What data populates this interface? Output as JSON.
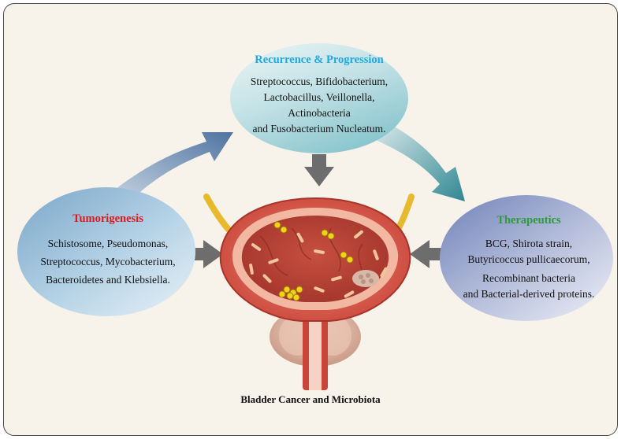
{
  "colors": {
    "background": "#f7f2ea",
    "tumorigenesis_title": "#e0191f",
    "recurrence_title": "#21a8e0",
    "therapeutics_title": "#2e9a3a",
    "arrow_gray": "#6d6d6d",
    "arrow_blue": "#5b7fa6",
    "arrow_teal": "#3a8c96"
  },
  "tumorigenesis": {
    "title": "Tumorigenesis",
    "lines": [
      "Schistosome, Pseudomonas,",
      "Streptococcus, Mycobacterium,",
      "Bacteroidetes and Klebsiella."
    ]
  },
  "recurrence": {
    "title": "Recurrence & Progression",
    "lines": [
      "Streptococcus, Bifidobacterium,",
      "Lactobacillus, Veillonella,",
      "Actinobacteria",
      "and Fusobacterium Nucleatum."
    ]
  },
  "therapeutics": {
    "title": "Therapeutics",
    "lines": [
      "BCG, Shirota strain,",
      "Butyricoccus pullicaecorum,",
      "Recombinant bacteria",
      "and Bacterial-derived proteins."
    ]
  },
  "caption": "Bladder Cancer and Microbiota"
}
